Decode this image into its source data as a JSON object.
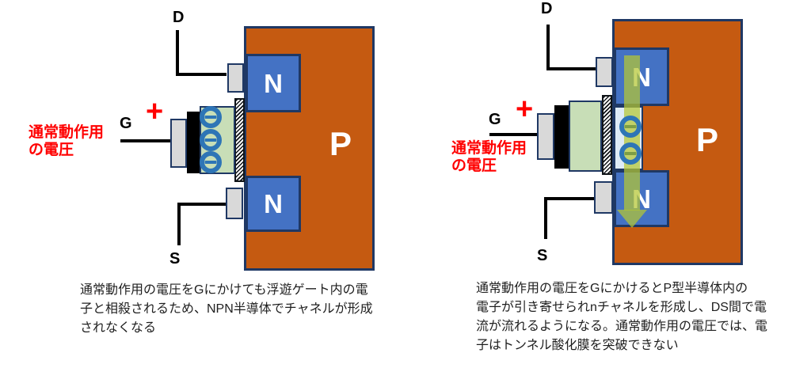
{
  "colors": {
    "p_region": "#C55A11",
    "n_region": "#4472C4",
    "region_border": "#1F3864",
    "contact_fill": "#D9D9D9",
    "floating_gate_fill": "#C8DEB7",
    "channel_fill": "#DEEBF7",
    "electron_blue": "#2E75B6",
    "electron_bar_olive": "#7C9E45",
    "accent_red": "#FF0000",
    "lead_black": "#000000",
    "arrow_green": "rgba(180,198,50,0.72)"
  },
  "left": {
    "terminal_d": "D",
    "terminal_g": "G",
    "terminal_s": "S",
    "plus": "+",
    "voltage_label_lines": [
      "通常動作用",
      "の電圧"
    ],
    "p_label": "P",
    "n_top_label": "N",
    "n_bottom_label": "N",
    "caption_lines": [
      "通常動作用の電圧をGにかけても浮遊ゲート内の電",
      "子と相殺されるため、NPN半導体でチャネルが形成",
      "されなくなる"
    ]
  },
  "right": {
    "terminal_d": "D",
    "terminal_g": "G",
    "terminal_s": "S",
    "plus": "+",
    "voltage_label_lines": [
      "通常動作用",
      "の電圧"
    ],
    "p_label": "P",
    "n_top_label": "N",
    "n_bottom_label": "N",
    "caption_lines": [
      "通常動作用の電圧をGにかけるとP型半導体内の",
      "電子が引き寄せられnチャネルを形成し、DS間で電",
      "流が流れるようになる。通常動作用の電圧では、電",
      "子はトンネル酸化膜を突破できない"
    ]
  }
}
